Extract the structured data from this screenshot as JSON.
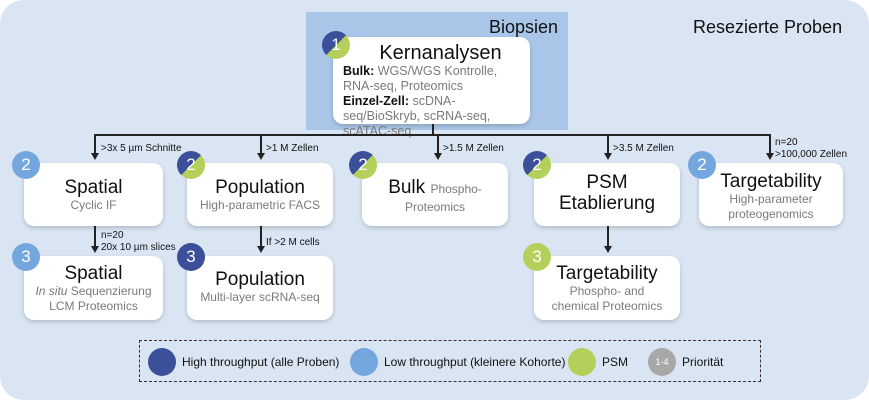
{
  "regions": {
    "biopsies": "Biopsien",
    "resected": "Resezierte Proben"
  },
  "core": {
    "badge": "1",
    "title": "Kernanalysen",
    "bulk_label": "Bulk:",
    "bulk_text": "WGS/WGS Kontrolle, RNA-seq, Proteomics",
    "single_label": "Einzel-Zell:",
    "single_text": "scDNA-seq/BioSkryb, scRNA-seq, scATAC-seq"
  },
  "edges": {
    "spatial": ">3x 5 µm Schnitte",
    "population": ">1 M Zellen",
    "bulk": ">1.5 M Zellen",
    "psm": ">3.5 M Zellen",
    "target_n": "n=20",
    "target_cells": ">100,000 Zellen",
    "spatial2_n": "n=20",
    "spatial2_slices": "20x 10 µm slices",
    "population2": "If >2 M cells"
  },
  "level2": {
    "spatial": {
      "badge": "2",
      "title": "Spatial",
      "subtitle": "Cyclic IF",
      "color": "light"
    },
    "population": {
      "badge": "2",
      "title": "Population",
      "subtitle": "High-parametric FACS",
      "color": "split"
    },
    "bulk": {
      "badge": "2",
      "title": "Bulk",
      "subtitle_inline": "Phospho-",
      "subtitle": "Proteomics",
      "color": "split"
    },
    "psm": {
      "badge": "2",
      "title_line1": "PSM",
      "title_line2": "Etablierung",
      "color": "split"
    },
    "targetability": {
      "badge": "2",
      "title": "Targetability",
      "subtitle_line1": "High-parameter",
      "subtitle_line2": "proteogenomics",
      "color": "light"
    }
  },
  "level3": {
    "spatial": {
      "badge": "3",
      "title": "Spatial",
      "subtitle_italic": "In situ",
      "subtitle_rest": " Sequenzierung",
      "subtitle_line2": "LCM Proteomics",
      "color": "light"
    },
    "population": {
      "badge": "3",
      "title": "Population",
      "subtitle": "Multi-layer scRNA-seq",
      "color": "dark"
    },
    "targetability": {
      "badge": "3",
      "title": "Targetability",
      "subtitle_line1": "Phospho- and",
      "subtitle_line2": "chemical Proteomics",
      "color": "psm"
    }
  },
  "legend": {
    "high": "High throughput (alle Proben)",
    "low": "Low throughput (kleinere Kohorte)",
    "psm": "PSM",
    "priority_badge": "1-4",
    "priority": "Priorität"
  },
  "colors": {
    "dark": "#3b4f9a",
    "light": "#74a7dd",
    "psm": "#b5d05a",
    "grey": "#a8a8a8",
    "panel": "#d9e5f3",
    "biopsy_panel": "#a9c6e8"
  }
}
